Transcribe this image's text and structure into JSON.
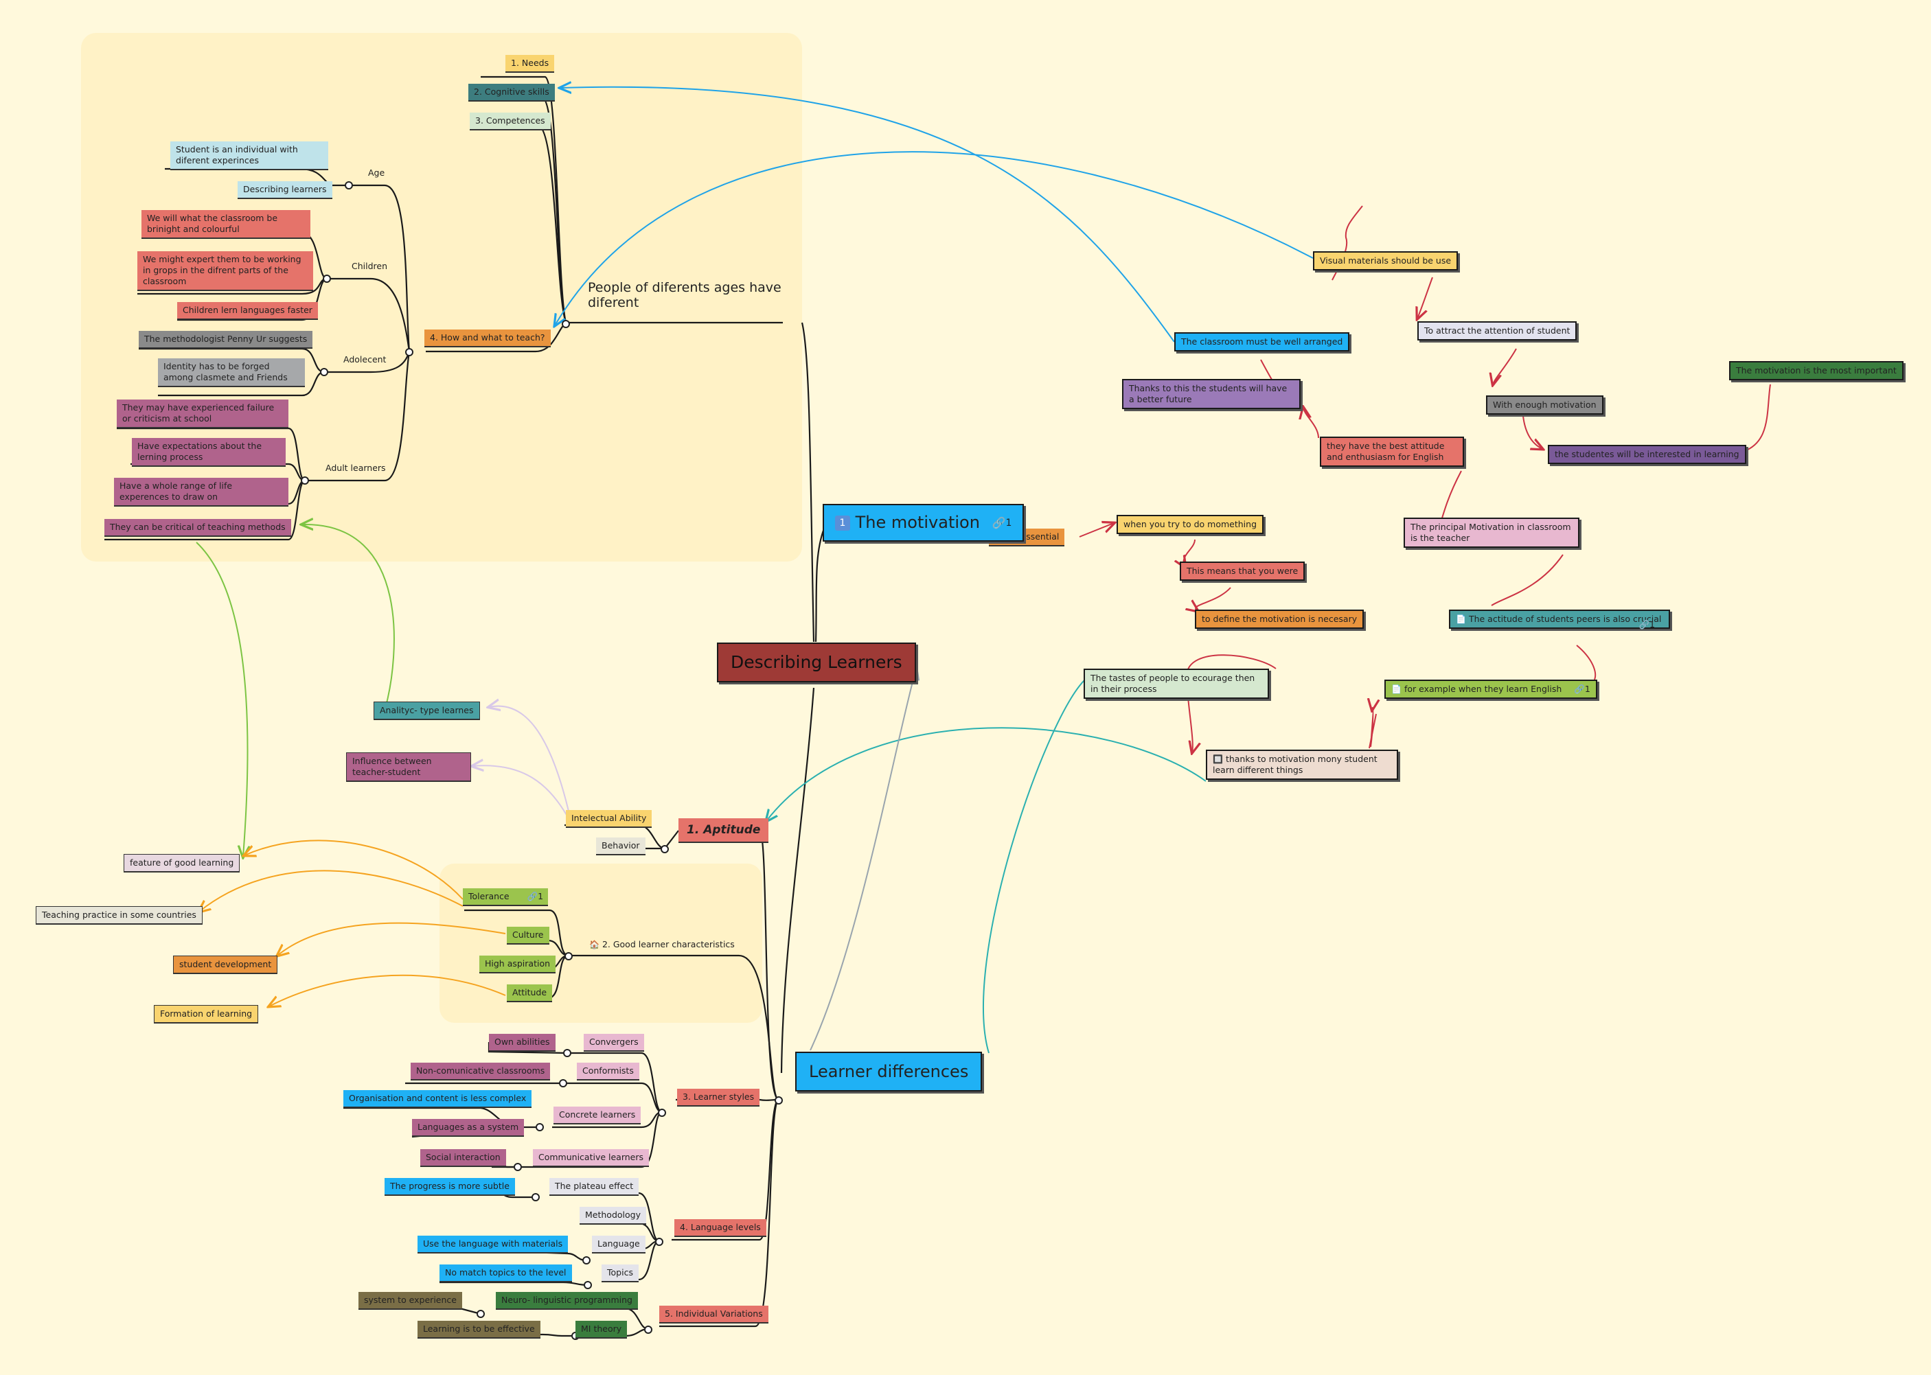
{
  "colors": {
    "background": "#fff9dc",
    "zone": "#fff2c6",
    "blue": "#1fb1f5",
    "brick": "#9e3a36"
  },
  "center": {
    "label": "Describing Learners"
  },
  "people_branch": {
    "title": "People of diferents ages have diferent",
    "top": [
      "1. Needs",
      "2. Cognitive skills",
      "3. Competences"
    ],
    "how": "4. How and what to teach?",
    "groups": {
      "age": "Age",
      "children": "Children",
      "adolecent": "Adolecent",
      "adult": "Adult learners"
    },
    "age_items": [
      "Student is an individual with diferent experinces",
      "Describing learners"
    ],
    "children_items": [
      "We will what the classroom be brinight and colourful",
      "We might expert them to be working in grops in the difrent parts of the classroom",
      "Children lern languages faster"
    ],
    "adolecent_items": [
      "The methodologist Penny Ur suggests",
      "Identity has to be forged among clasmete and Friends"
    ],
    "adult_items": [
      "They may have experienced failure or criticism at school",
      "Have expectations about the lerning process",
      "Have a whole range of life experences to draw on",
      "They can be critical of teaching methods"
    ]
  },
  "motivation": {
    "title": "The motivation",
    "badge_number": "1",
    "link_count": "1",
    "essential": "It's essential",
    "chain": [
      "when you try to do momething",
      "This means that you were",
      "to define the motivation is necesary"
    ],
    "tastes": "The tastes of people to ecourage then in their process",
    "thanks_many": "thanks to motivation mony student learn different things",
    "visual": "Visual materials should be use",
    "attract": "To attract the attention of student",
    "enough": "With enough motivation",
    "interested": "the studentes will be interested in learning",
    "most_important": "The motivation is the most important",
    "arranged": "The classroom must be well arranged",
    "better_future": "Thanks to this  the students will have a better future",
    "best_attitude": "they have the best attitude and enthusiasm for English",
    "principal": "The principal Motivation in classroom is the teacher",
    "peers": "The actitude of students peers is also crucial",
    "peers_link": "1",
    "example": "for example when they learn English",
    "example_link": "1"
  },
  "differences": {
    "title": "Learner differences",
    "aptitude": "1. Aptitude",
    "aptitude_items": [
      "Intelectual Ability",
      "Behavior"
    ],
    "analytic": "Analityc- type learnes",
    "influence": "Influence between teacher-student",
    "good": "2. Good learner characteristics",
    "good_items": [
      "Tolerance",
      "Culture",
      "High aspiration",
      "Attitude"
    ],
    "tolerance_link": "1",
    "feature": "feature of good learning",
    "teaching_practice": "Teaching practice in some countries",
    "student_dev": "student development",
    "formation": "Formation of learning",
    "styles": "3. Learner styles",
    "styles_items": [
      "Convergers",
      "Conformists",
      "Concrete learners",
      "Communicative learners"
    ],
    "styles_notes": [
      "Own abilities",
      "Non-comunicative classrooms",
      "Organisation and content is less complex",
      "Languages as a system",
      "Social interaction"
    ],
    "levels": "4. Language levels",
    "levels_items": [
      "The plateau effect",
      "Methodology",
      "Language",
      "Topics"
    ],
    "levels_notes": [
      "The progress is more subtle",
      "Use the language with materials",
      "No match topics to the level"
    ],
    "variations": "5. Individual Variations",
    "variations_items": [
      "Neuro- linguistic programming",
      "MI theory"
    ],
    "variations_notes": [
      "system to experience",
      "Learning is to be effective"
    ]
  }
}
